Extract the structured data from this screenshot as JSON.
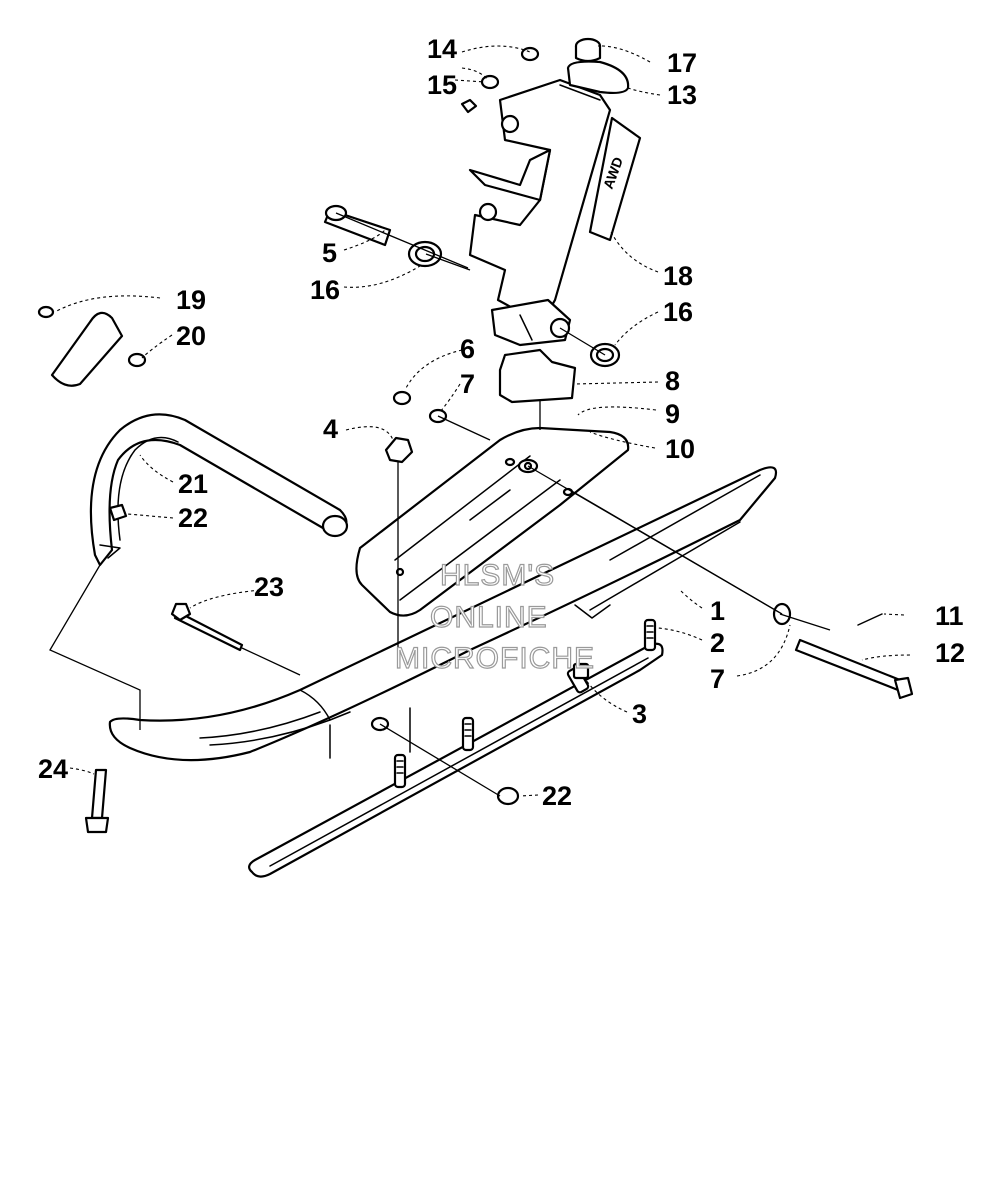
{
  "callouts": [
    {
      "id": "c14",
      "label": "14"
    },
    {
      "id": "c15",
      "label": "15"
    },
    {
      "id": "c17",
      "label": "17"
    },
    {
      "id": "c13",
      "label": "13"
    },
    {
      "id": "c5",
      "label": "5"
    },
    {
      "id": "c16a",
      "label": "16"
    },
    {
      "id": "c18",
      "label": "18"
    },
    {
      "id": "c16b",
      "label": "16"
    },
    {
      "id": "c19",
      "label": "19"
    },
    {
      "id": "c20",
      "label": "20"
    },
    {
      "id": "c6",
      "label": "6"
    },
    {
      "id": "c7a",
      "label": "7"
    },
    {
      "id": "c8",
      "label": "8"
    },
    {
      "id": "c9",
      "label": "9"
    },
    {
      "id": "c4",
      "label": "4"
    },
    {
      "id": "c10",
      "label": "10"
    },
    {
      "id": "c21",
      "label": "21"
    },
    {
      "id": "c22a",
      "label": "22"
    },
    {
      "id": "c23",
      "label": "23"
    },
    {
      "id": "c1",
      "label": "1"
    },
    {
      "id": "c11",
      "label": "11"
    },
    {
      "id": "c2",
      "label": "2"
    },
    {
      "id": "c12",
      "label": "12"
    },
    {
      "id": "c7b",
      "label": "7"
    },
    {
      "id": "c3",
      "label": "3"
    },
    {
      "id": "c24",
      "label": "24"
    },
    {
      "id": "c22b",
      "label": "22"
    }
  ],
  "watermark": {
    "line1": "HLSM'S",
    "line2": "ONLINE",
    "line3": "MICROFICHE"
  },
  "spindle_decal_text": "AWD"
}
